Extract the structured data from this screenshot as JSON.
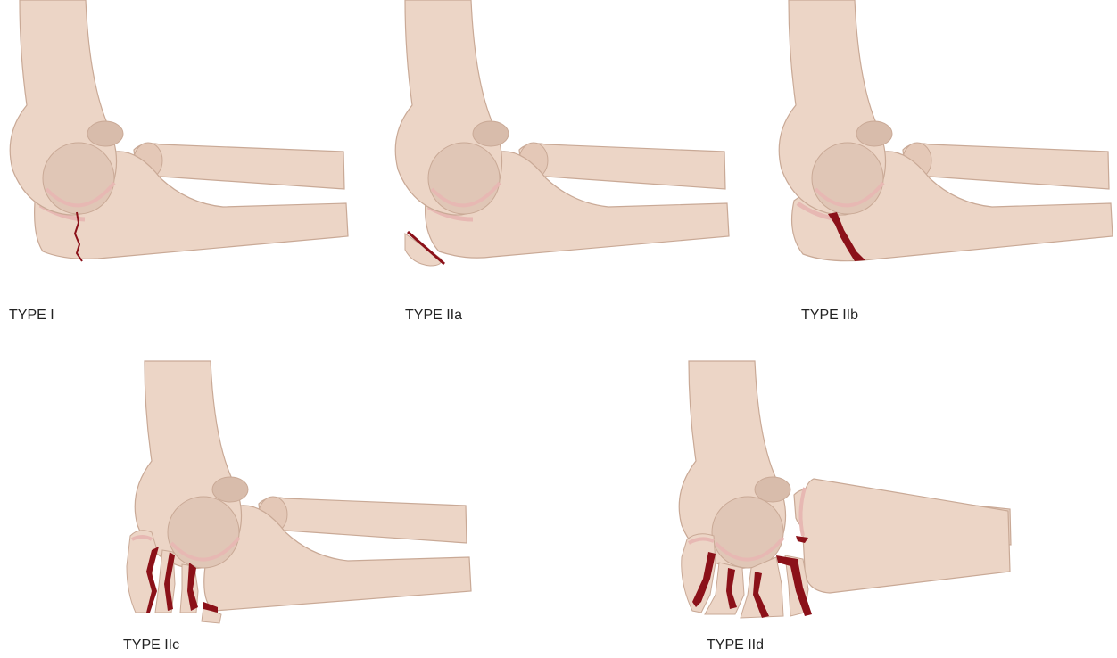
{
  "colors": {
    "bone_fill": "#ecd5c6",
    "bone_shade": "#d8bcab",
    "bone_outline": "#c9a996",
    "cartilage": "#e7b8b3",
    "fracture": "#8b1119",
    "background": "#ffffff"
  },
  "panels": [
    {
      "id": "type-i",
      "label": "TYPE I"
    },
    {
      "id": "type-iia",
      "label": "TYPE IIa"
    },
    {
      "id": "type-iib",
      "label": "TYPE IIb"
    },
    {
      "id": "type-iic",
      "label": "TYPE IIc"
    },
    {
      "id": "type-iid",
      "label": "TYPE IId"
    }
  ]
}
